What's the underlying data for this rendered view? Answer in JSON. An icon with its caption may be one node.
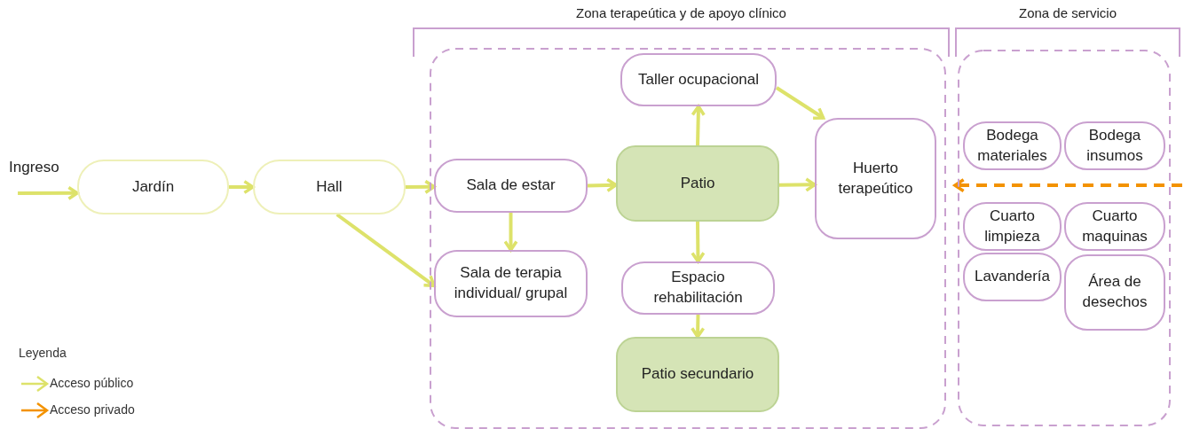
{
  "diagram": {
    "nodes": [
      {
        "text": [
          "Ingreso"
        ]
      },
      {
        "text": [
          "Jardín"
        ]
      },
      {
        "text": [
          "Hall"
        ]
      },
      {
        "text": [
          "Zona terapeútica y de apoyo clínico"
        ]
      },
      {
        "text": [
          "Sala de estar"
        ],
        "in": 3
      },
      {
        "text": [
          "Sala de terapia individual/ grupal"
        ],
        "in": 3
      },
      {
        "text": [
          "Taller ocupacional"
        ],
        "in": 3
      },
      {
        "text": [
          "Patio"
        ],
        "in": 3
      },
      {
        "text": [
          "Huerto terapeútico"
        ],
        "in": 3
      },
      {
        "text": [
          "Espacio rehabilitación"
        ],
        "in": 3
      },
      {
        "text": [
          "Patio secundario"
        ],
        "in": 3
      },
      {
        "text": [
          "Zona de servicio"
        ]
      },
      {
        "text": [
          "Bodega materiales"
        ],
        "in": 11
      },
      {
        "text": [
          "Bodega insumos"
        ],
        "in": 11
      },
      {
        "text": [
          "Cuarto limpieza"
        ],
        "in": 11
      },
      {
        "text": [
          "Cuarto maquinas"
        ],
        "in": 11
      },
      {
        "text": [
          "Lavandería"
        ],
        "in": 11
      },
      {
        "text": [
          "Área de desechos"
        ],
        "in": 11
      }
    ],
    "edges": [
      {
        "from": 0,
        "to": 1,
        "arrow": "to"
      },
      {
        "from": 1,
        "to": 2,
        "arrow": "to"
      },
      {
        "from": 2,
        "to": 4,
        "arrow": "to"
      },
      {
        "from": 2,
        "to": 5,
        "arrow": "to"
      },
      {
        "from": 4,
        "to": 7,
        "arrow": "to"
      },
      {
        "from": 4,
        "to": 5,
        "arrow": "to"
      },
      {
        "from": 7,
        "to": 6,
        "arrow": "to"
      },
      {
        "from": 7,
        "to": 9,
        "arrow": "to"
      },
      {
        "from": 7,
        "to": 8,
        "arrow": "to"
      },
      {
        "from": 6,
        "to": 8,
        "arrow": "to"
      },
      {
        "from": 9,
        "to": 10,
        "arrow": "to"
      },
      {
        "from": null,
        "to": 11,
        "arrow": "to",
        "style": "dashed",
        "color": "#f39200"
      }
    ],
    "labels": [
      "Leyenda"
    ],
    "legend": [
      {
        "text": "Acceso público"
      },
      {
        "text": "Acceso privado"
      }
    ]
  }
}
